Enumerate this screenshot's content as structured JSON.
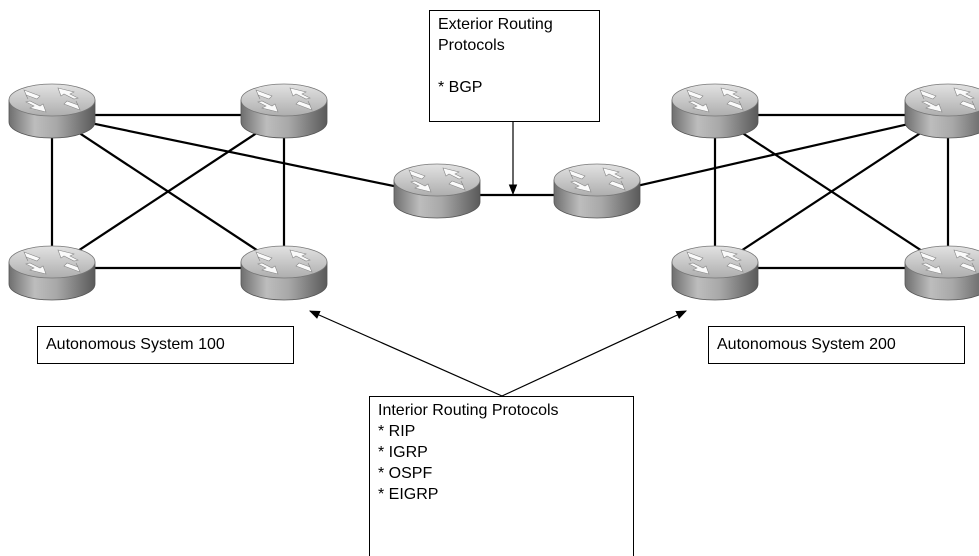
{
  "exterior": {
    "title_line1": "Exterior Routing",
    "title_line2": "Protocols",
    "protocols": [
      "* BGP"
    ]
  },
  "as_left": {
    "label": "Autonomous System 100"
  },
  "as_right": {
    "label": "Autonomous System 200"
  },
  "interior": {
    "title": "Interior Routing Protocols",
    "protocols": [
      "* RIP",
      "* IGRP",
      "* OSPF",
      "* EIGRP"
    ]
  },
  "icons": {
    "router": "router-icon"
  }
}
